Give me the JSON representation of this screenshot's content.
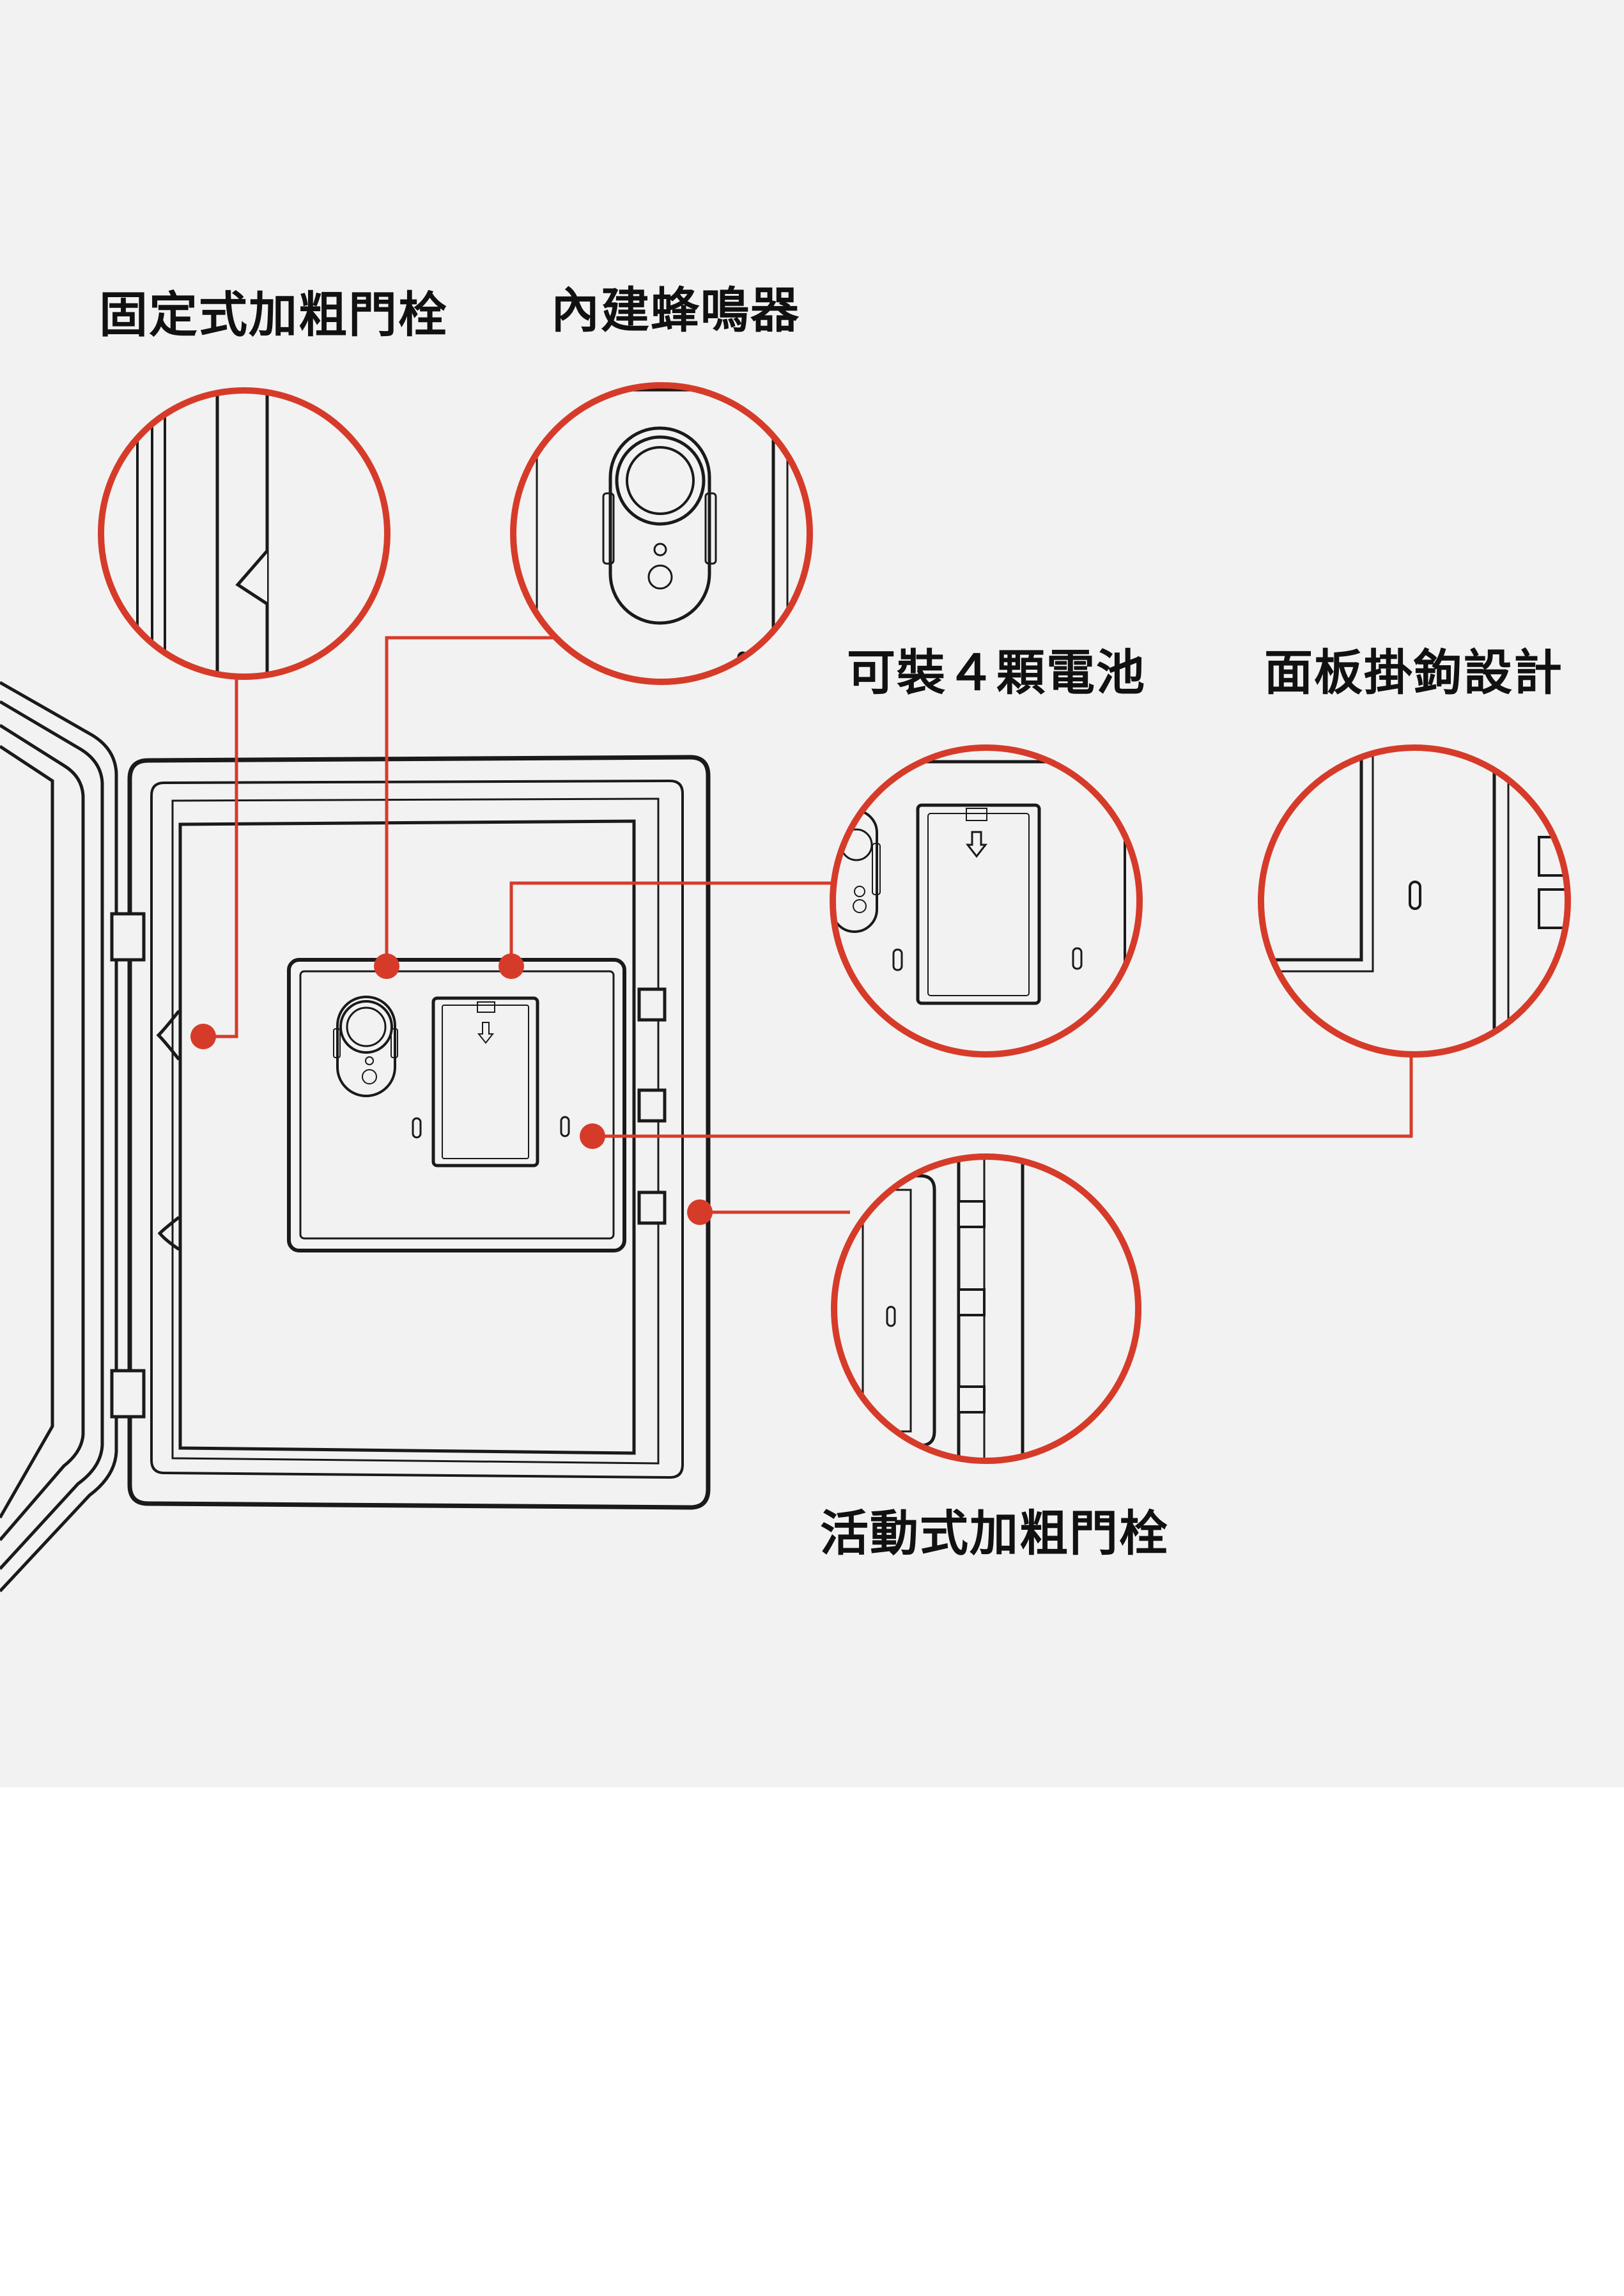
{
  "callouts": [
    {
      "id": "fixed-bolt",
      "label": "固定式加粗門栓"
    },
    {
      "id": "buzzer",
      "label": "內建蜂鳴器"
    },
    {
      "id": "battery",
      "label": "可裝４顆電池"
    },
    {
      "id": "hook",
      "label": "面板掛鉤設計"
    },
    {
      "id": "live-bolt",
      "label": "活動式加粗門栓"
    }
  ],
  "colors": {
    "accent": "#d63b2a",
    "line": "#1a1a1a",
    "background": "#f2f2f2",
    "page": "#ffffff"
  }
}
